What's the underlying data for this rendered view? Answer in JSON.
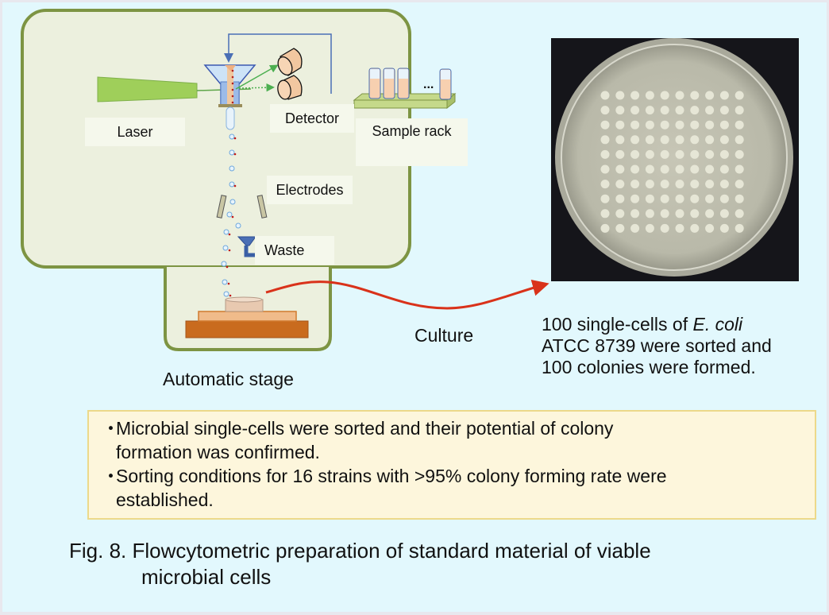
{
  "diagram": {
    "labels": {
      "laser": "Laser",
      "detector": "Detector",
      "sample_rack": "Sample rack",
      "electrodes": "Electrodes",
      "waste": "Waste",
      "automatic_stage": "Automatic stage",
      "culture": "Culture"
    },
    "sample_rack_ellipsis": "...",
    "colors": {
      "chamber_border": "#7d9443",
      "chamber_fill": "#ecf0de",
      "laser_green": "#9fcf5a",
      "flow_arrow_blue": "#4a6fb5",
      "detector_orange": "#f2c7a0",
      "culture_arrow_red": "#d9321a",
      "stage_dark": "#c96b1e",
      "stage_light": "#f0bb8a",
      "background": "#e2f8fd"
    }
  },
  "plate_photo": {
    "description": "Petri dish with colony grid",
    "grid_rows": 10,
    "grid_cols": 10,
    "caption": {
      "line1_prefix": "100 single-cells of ",
      "line1_italic": "E. coli",
      "line2": "ATCC 8739 were sorted and",
      "line3": "100 colonies were formed."
    }
  },
  "summary": {
    "bullet_char": "・",
    "bullets": [
      {
        "line1": "Microbial single-cells were sorted and their potential of colony",
        "line2": "formation was confirmed."
      },
      {
        "line1": "Sorting conditions for 16 strains with >95% colony forming rate were",
        "line2": "established."
      }
    ]
  },
  "figure_caption": {
    "line1": "Fig. 8. Flowcytometric preparation of standard material of viable",
    "line2": "microbial cells"
  }
}
